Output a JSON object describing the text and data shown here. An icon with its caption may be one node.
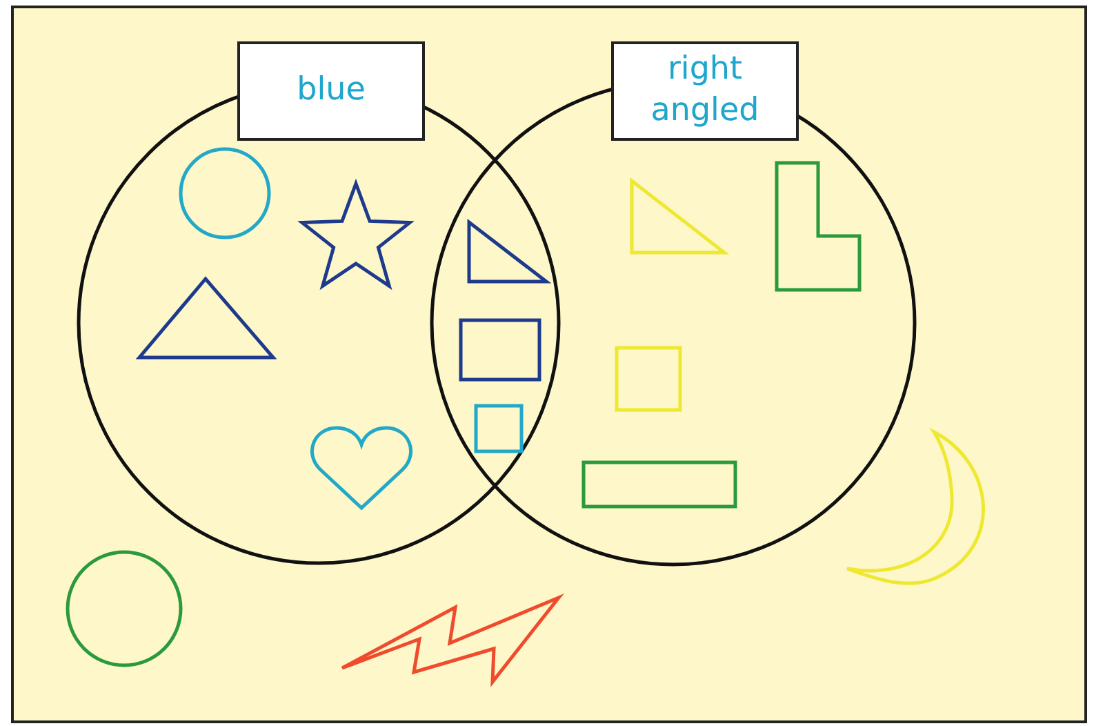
{
  "diagram": {
    "nodes": [
      {
        "text": [
          "blue"
        ]
      },
      {
        "text": [
          "right angled"
        ]
      },
      {
        "text": [],
        "shape": "circle",
        "in": 0
      },
      {
        "text": [],
        "shape": "star",
        "in": 0
      },
      {
        "text": [],
        "shape": "triangle",
        "in": 0
      },
      {
        "text": [],
        "shape": "heart",
        "in": 0
      },
      {
        "text": [],
        "shape": "triangle"
      },
      {
        "text": [],
        "shape": "box"
      },
      {
        "text": [],
        "shape": "box"
      },
      {
        "text": [],
        "shape": "triangle",
        "in": 1
      },
      {
        "text": [],
        "shape": "l-shape",
        "in": 1
      },
      {
        "text": [],
        "shape": "box",
        "in": 1
      },
      {
        "text": [],
        "shape": "box",
        "in": 1
      },
      {
        "text": [],
        "shape": "circle"
      },
      {
        "text": [],
        "shape": "lightning"
      },
      {
        "text": [],
        "shape": "crescent"
      }
    ]
  }
}
